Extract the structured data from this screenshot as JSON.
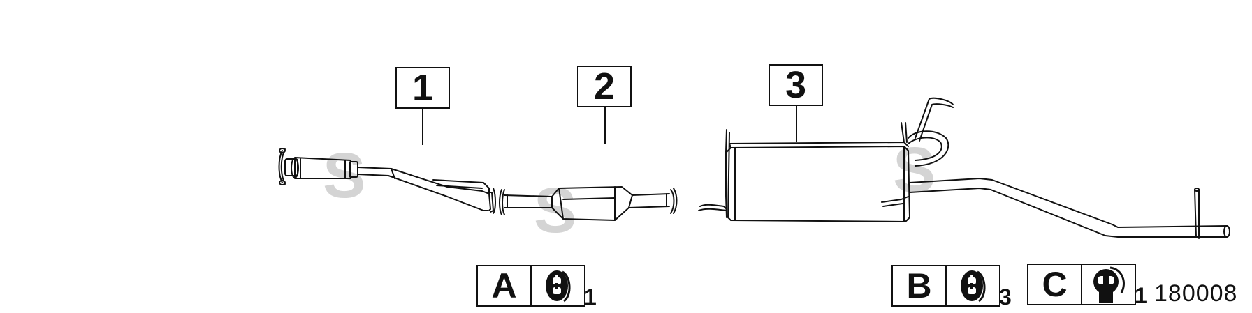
{
  "parts": [
    {
      "id": "part-1",
      "label": "1"
    },
    {
      "id": "part-2",
      "label": "2"
    },
    {
      "id": "part-3",
      "label": "3"
    }
  ],
  "hangers": [
    {
      "letter": "A",
      "quantity": "1",
      "icon": "rubber-hanger-icon"
    },
    {
      "letter": "B",
      "quantity": "3",
      "icon": "rubber-hanger-icon"
    },
    {
      "letter": "C",
      "quantity": "1",
      "icon": "rubber-mount-icon"
    }
  ],
  "diagram_code": "180008",
  "watermark_letter": "S",
  "colors": {
    "line": "#111111",
    "watermark": "#d4d4d4"
  }
}
